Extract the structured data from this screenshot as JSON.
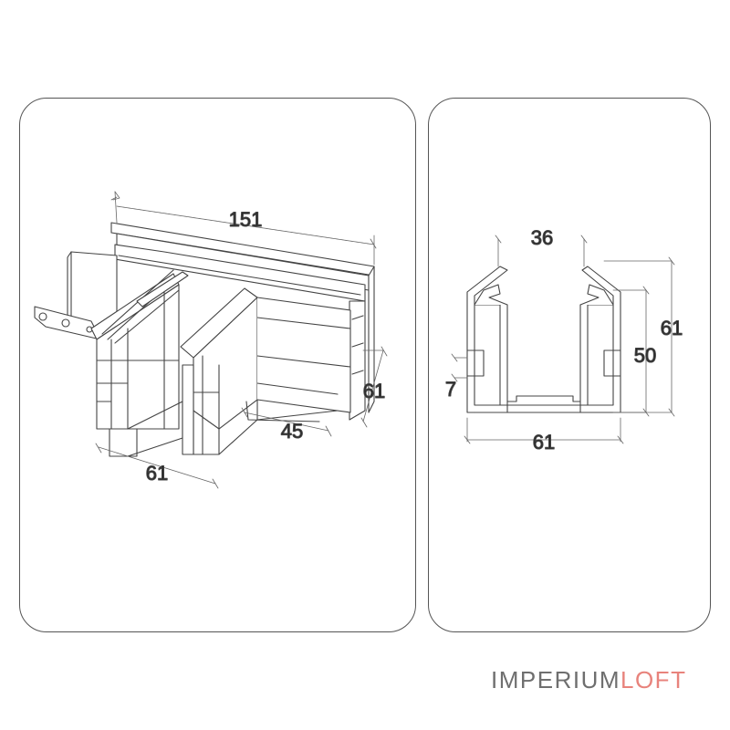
{
  "left_view": {
    "dims": {
      "top_length": "151",
      "height": "61",
      "branch_length": "45",
      "front_width": "61"
    }
  },
  "right_view": {
    "dims": {
      "opening": "36",
      "total_height": "61",
      "inner_height": "50",
      "slot": "7",
      "width": "61"
    }
  },
  "brand": {
    "part1": "IMPERIUM",
    "part2": "LOFT",
    "color_gray": "#6f6f6f",
    "color_accent": "#e8837c"
  }
}
